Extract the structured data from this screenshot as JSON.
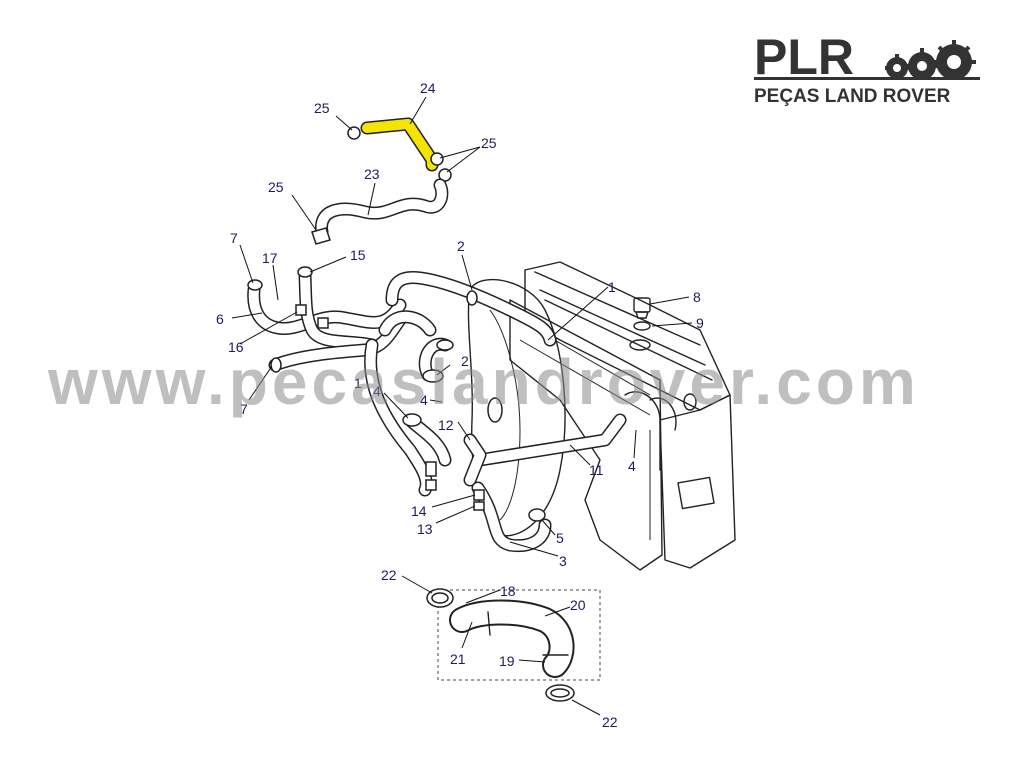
{
  "brand": {
    "logo_name": "PLR",
    "logo_subtitle": "PEÇAS LAND ROVER"
  },
  "watermark": "www.pecaslandrover.com",
  "highlight_color": "#f5e400",
  "callouts": [
    "25",
    "24",
    "25",
    "25",
    "23",
    "2",
    "7",
    "17",
    "15",
    "6",
    "16",
    "7",
    "1",
    "2",
    "4",
    "4",
    "12",
    "11",
    "4",
    "14",
    "13",
    "5",
    "3",
    "22",
    "18",
    "20",
    "21",
    "19",
    "22",
    "8",
    "9",
    "1"
  ]
}
